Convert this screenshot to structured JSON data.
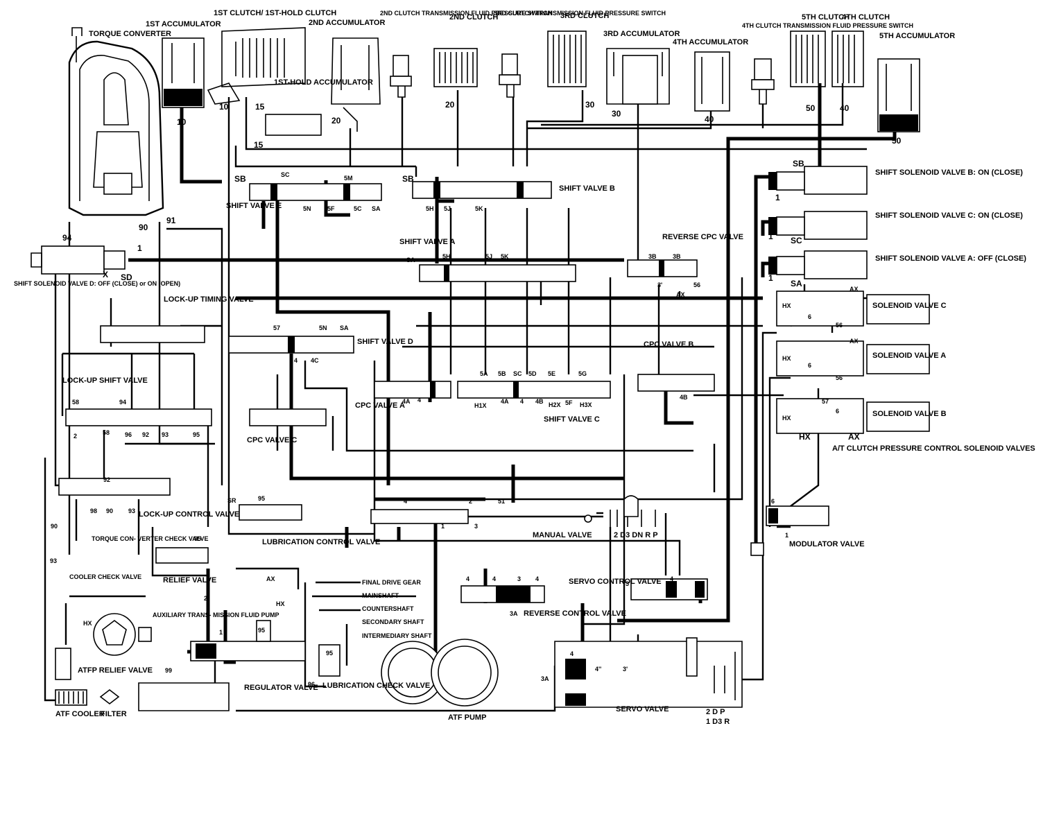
{
  "components": {
    "torque_converter": "TORQUE CONVERTER",
    "acc1": "1ST ACCUMULATOR",
    "clutch1": "1ST CLUTCH/ 1ST-HOLD CLUTCH",
    "acc2": "2ND ACCUMULATOR",
    "sw2": "2ND CLUTCH TRANSMISSION FLUID PRESSURE SWITCH",
    "clutch2": "2ND CLUTCH",
    "sw3": "3RD CLUTCH TRANSMISSION FLUID PRESSURE SWITCH",
    "clutch3": "3RD CLUTCH",
    "acc3": "3RD ACCUMULATOR",
    "acc4": "4TH ACCUMULATOR",
    "sw4": "4TH CLUTCH TRANSMISSION FLUID PRESSURE SWITCH",
    "clutch5": "5TH CLUTCH",
    "clutch4": "4TH CLUTCH",
    "acc5": "5TH ACCUMULATOR",
    "hold_acc": "1ST-HOLD ACCUMULATOR",
    "ss_b": "SHIFT SOLENOID VALVE B: ON (CLOSE)",
    "ss_c": "SHIFT SOLENOID VALVE C: ON (CLOSE)",
    "ss_a": "SHIFT SOLENOID VALVE A: OFF (CLOSE)",
    "ss_d": "SHIFT SOLENOID VALVE D: OFF (CLOSE) or ON (OPEN)",
    "sol_c": "SOLENOID VALVE C",
    "sol_a": "SOLENOID VALVE A",
    "sol_b": "SOLENOID VALVE B",
    "at_clutch": "A/T CLUTCH PRESSURE CONTROL SOLENOID VALVES",
    "shift_e": "SHIFT VALVE E",
    "shift_b": "SHIFT VALVE B",
    "shift_a": "SHIFT VALVE A",
    "shift_d": "SHIFT VALVE D",
    "shift_c": "SHIFT VALVE C",
    "rev_cpc": "REVERSE CPC VALVE",
    "cpc_b": "CPC VALVE B",
    "cpc_a": "CPC VALVE A",
    "cpc_c": "CPC VALVE C",
    "lu_timing": "LOCK-UP TIMING VALVE",
    "lu_shift": "LOCK-UP SHIFT VALVE",
    "lu_control": "LOCK-UP CONTROL VALVE",
    "tc_check": "TORQUE CON- VERTER CHECK VALVE",
    "cooler_check": "COOLER CHECK VALVE",
    "relief": "RELIEF VALVE",
    "lub_control": "LUBRICATION CONTROL VALVE",
    "manual": "MANUAL VALVE",
    "modulator": "MODULATOR VALVE",
    "servo_control": "SERVO CONTROL VALVE",
    "reverse_control": "REVERSE CONTROL VALVE",
    "servo": "SERVO VALVE",
    "aux_pump": "AUXILIARY TRANS- MISSION FLUID PUMP",
    "atfp_relief": "ATFP RELIEF VALVE",
    "atf_cooler": "ATF COOLER",
    "filter": "FILTER",
    "regulator": "REGULATOR VALVE",
    "lub_check": "LUBRICATION CHECK VALVE",
    "atf_pump": "ATF PUMP",
    "final_drive": "FINAL DRIVE GEAR",
    "mainshaft": "MAINSHAFT",
    "countershaft": "COUNTERSHAFT",
    "secondary": "SECONDARY SHAFT",
    "intermediary": "INTERMEDIARY SHAFT",
    "manual_positions": "2 D3 DN R P",
    "servo_positions_top": "2 D P",
    "servo_positions_bot": "1 D3 R"
  },
  "port_labels": {
    "p10": "10",
    "p15": "15",
    "p20": "20",
    "p30": "30",
    "p40": "40",
    "p50": "50",
    "p90": "90",
    "p91": "91",
    "p94": "94",
    "p1": "1",
    "pX": "X",
    "pSD": "SD",
    "pSB": "SB",
    "pSC": "SC",
    "pSA": "SA",
    "pHX": "HX",
    "pAX": "AX",
    "p5M": "5M",
    "p5N": "5N",
    "p5F": "5F",
    "p5C": "5C",
    "p5H": "5H",
    "p5J": "5J",
    "p5K": "5K",
    "p3B": "3B",
    "p3prime": "3'",
    "p56": "56",
    "p6": "6",
    "p57": "57",
    "p4": "4",
    "p4A": "4A",
    "p4B": "4B",
    "p4C": "4C",
    "p5A": "5A",
    "p5B": "5B",
    "p5D": "5D",
    "p5E": "5E",
    "p5G": "5G",
    "pH1X": "H1X",
    "pH2X": "H2X",
    "pH3X": "H3X",
    "p5F2": "5F",
    "p58": "58",
    "p96": "96",
    "p92": "92",
    "p93": "93",
    "p95": "95",
    "p2": "2",
    "p98": "98",
    "p51": "51",
    "p3": "3",
    "p3A": "3A",
    "p99": "99",
    "p1b": "1",
    "pSR": "SR",
    "p4pp": "4''"
  },
  "colors": {
    "line": "#000000",
    "background": "#ffffff"
  }
}
